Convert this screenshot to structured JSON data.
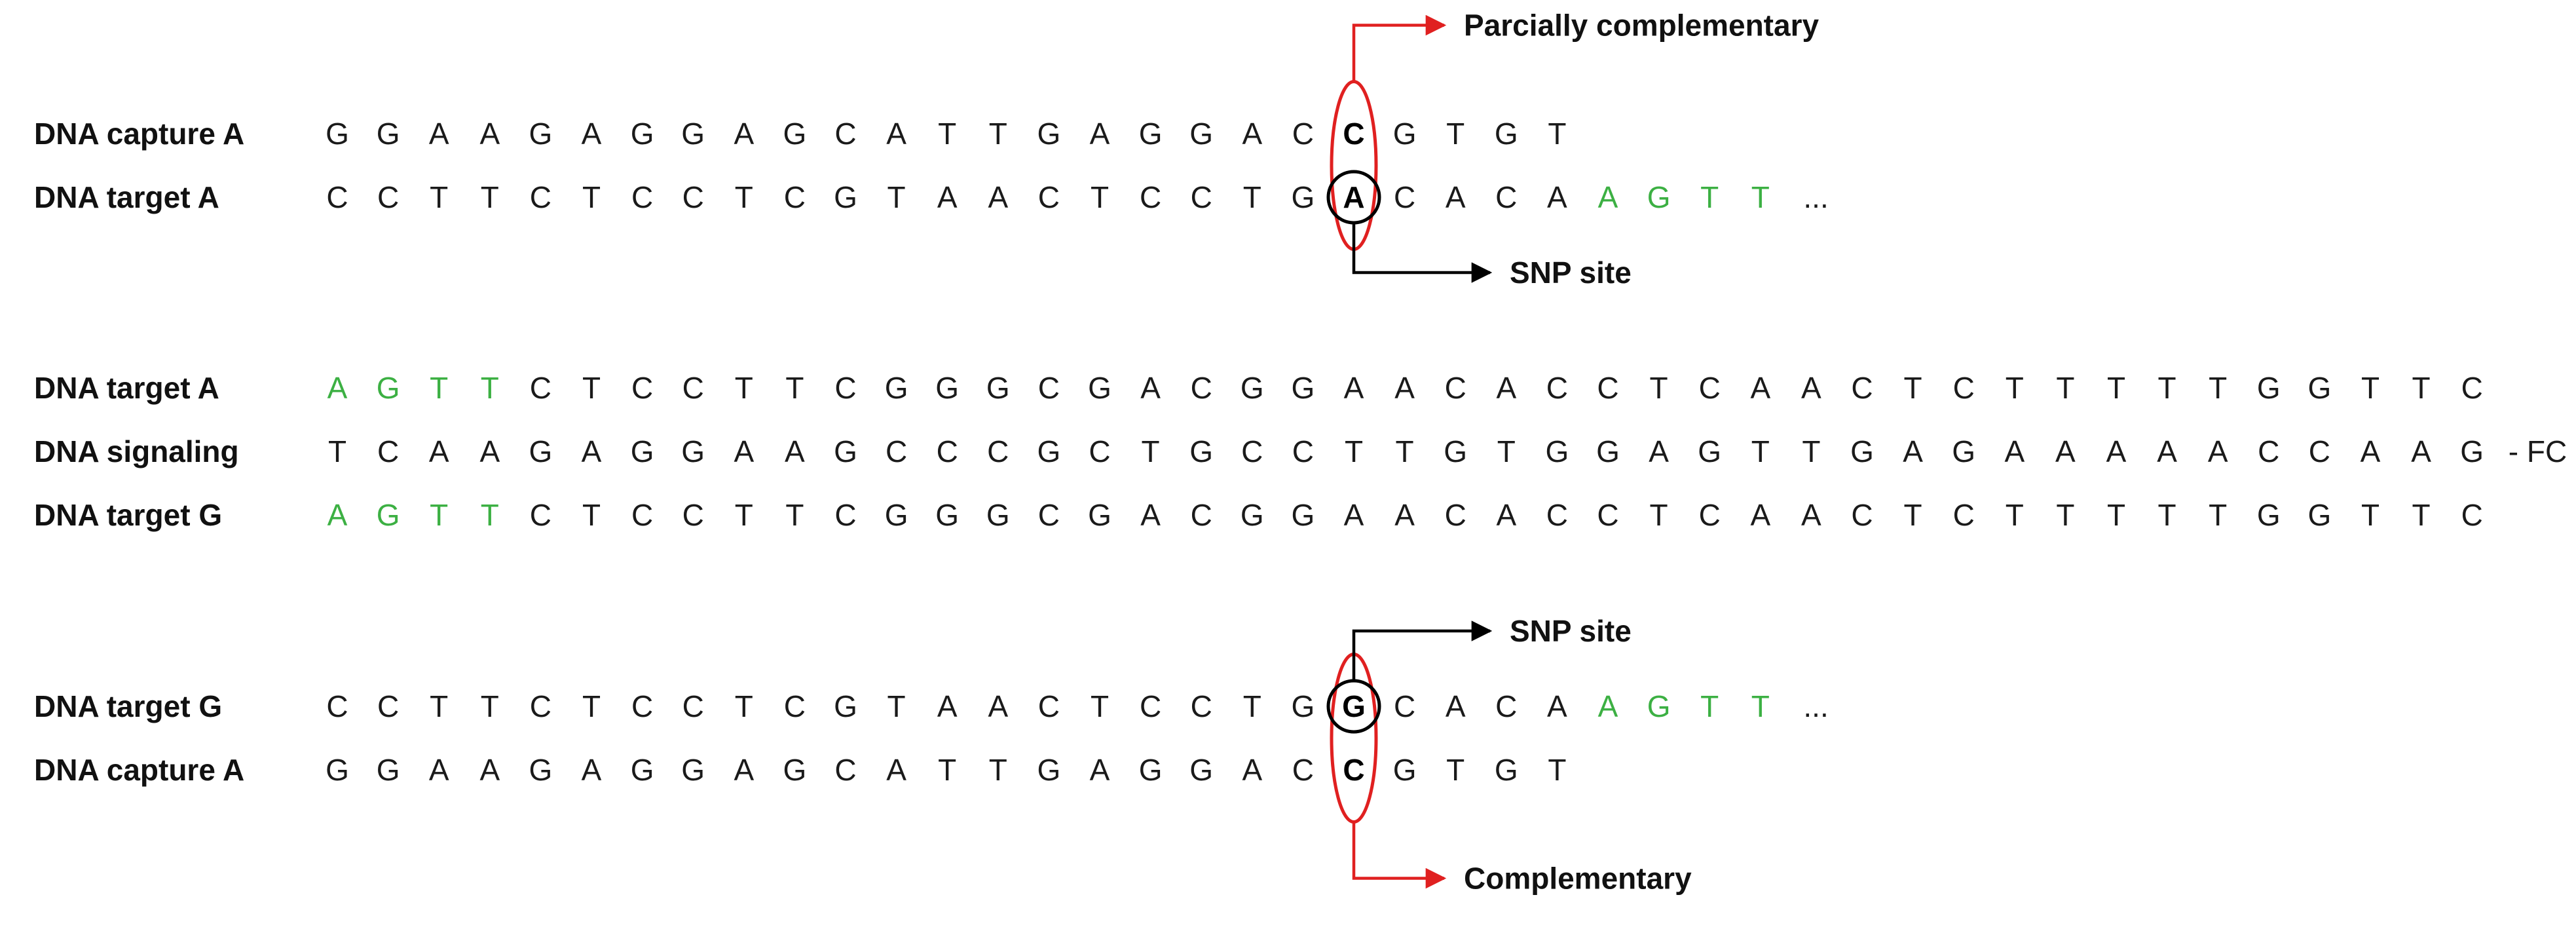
{
  "colors": {
    "base": "#1a1a1a",
    "green": "#3cb043",
    "red": "#e02020",
    "black": "#000000"
  },
  "panels": [
    {
      "rows": [
        {
          "label": "DNA capture A",
          "sequence": "GGAAGAGGAGCATTGAGGACCGTGT",
          "green_positions": [],
          "bold_positions": [
            20
          ],
          "ellipsis": "",
          "suffix": ""
        },
        {
          "label": "DNA target A",
          "sequence": "CCTTCTCCTCGTAACTCCTGACACAAGTT",
          "green_positions": [
            25,
            26,
            27,
            28
          ],
          "bold_positions": [
            20
          ],
          "ellipsis": "...",
          "suffix": ""
        }
      ],
      "marker": {
        "column": 20,
        "circle_row": 1,
        "red_label": "Parcially complementary",
        "red_label_position": "top",
        "black_label": "SNP site",
        "black_label_position": "bottom"
      }
    },
    {
      "rows": [
        {
          "label": "DNA target A",
          "sequence": "AGTTCTCCTTCGGGCGACGGAACACCTCAACTCTTTTTGGTTC",
          "green_positions": [
            0,
            1,
            2,
            3
          ],
          "bold_positions": [],
          "ellipsis": "",
          "suffix": ""
        },
        {
          "label": "DNA signaling",
          "sequence": "TCAAGAGGAAGCCCGCTGCCTTGTGGAGTTGAGAAAAACCAAG",
          "green_positions": [],
          "bold_positions": [],
          "ellipsis": "",
          "suffix": "- FC"
        },
        {
          "label": "DNA target G",
          "sequence": "AGTTCTCCTTCGGGCGACGGAACACCTCAACTCTTTTTGGTTC",
          "green_positions": [
            0,
            1,
            2,
            3
          ],
          "bold_positions": [],
          "ellipsis": "",
          "suffix": ""
        }
      ]
    },
    {
      "rows": [
        {
          "label": "DNA target G",
          "sequence": "CCTTCTCCTCGTAACTCCTGGCACAAGTT",
          "green_positions": [
            25,
            26,
            27,
            28
          ],
          "bold_positions": [
            20
          ],
          "ellipsis": "...",
          "suffix": ""
        },
        {
          "label": "DNA capture A",
          "sequence": "GGAAGAGGAGCATTGAGGACCGTGT",
          "green_positions": [],
          "bold_positions": [
            20
          ],
          "ellipsis": "",
          "suffix": ""
        }
      ],
      "marker": {
        "column": 20,
        "circle_row": 0,
        "red_label": "Complementary",
        "red_label_position": "bottom",
        "black_label": "SNP site",
        "black_label_position": "top"
      }
    }
  ]
}
